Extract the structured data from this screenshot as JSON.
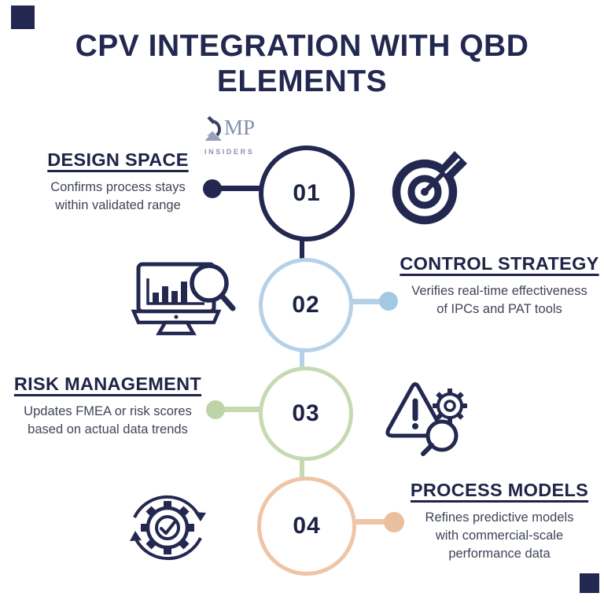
{
  "title": "CPV INTEGRATION WITH QBD ELEMENTS",
  "logo": {
    "name": "MP",
    "tagline": "INSIDERS",
    "icon": "microscope-icon"
  },
  "steps": [
    {
      "number": "01",
      "heading": "DESIGN SPACE",
      "body": [
        "Confirms process stays",
        "within validated range"
      ],
      "side": "left",
      "accent_color": "#232850",
      "icon": "target-arrow-icon"
    },
    {
      "number": "02",
      "heading": "CONTROL STRATEGY",
      "body": [
        "Verifies real-time effectiveness",
        "of IPCs and PAT tools"
      ],
      "side": "right",
      "accent_color": "#b5d1e8",
      "icon": "monitor-analytics-magnifier-icon"
    },
    {
      "number": "03",
      "heading": "RISK MANAGEMENT",
      "body": [
        "Updates FMEA or risk scores",
        "based on actual data trends"
      ],
      "side": "left",
      "accent_color": "#c6dab2",
      "icon": "warning-gear-magnifier-icon"
    },
    {
      "number": "04",
      "heading": "PROCESS MODELS",
      "body": [
        "Refines predictive models",
        "with commercial-scale",
        "performance data"
      ],
      "side": "right",
      "accent_color": "#eec5a6",
      "icon": "gear-check-cycle-icon"
    }
  ],
  "colors": {
    "navy": "#232850",
    "body_text": "#3f4458",
    "blue": "#b5d1e8",
    "green": "#c6dab2",
    "peach": "#eec5a6",
    "logo_gray": "#848fae"
  }
}
